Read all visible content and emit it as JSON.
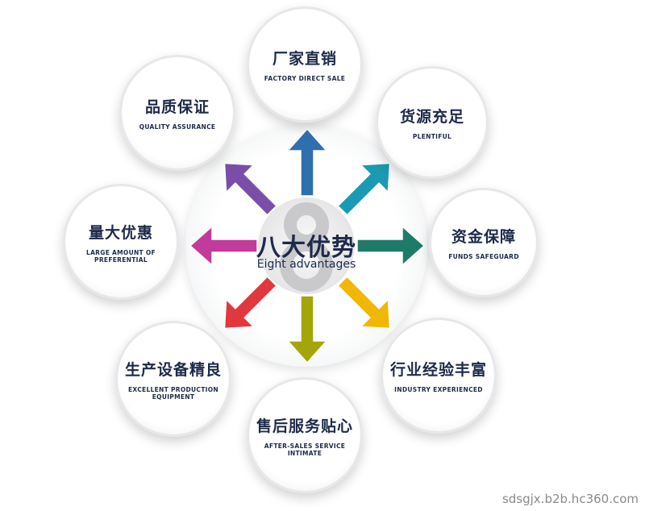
{
  "center": {
    "number": "8",
    "title_cn": "八大优势",
    "title_en": "Eight advantages"
  },
  "advantages": [
    {
      "cn": "厂家直销",
      "en": "FACTORY DIRECT SALE",
      "arrow_color": "#2f6fae"
    },
    {
      "cn": "货源充足",
      "en": "PLENTIFUL",
      "arrow_color": "#1b9ab3"
    },
    {
      "cn": "资金保障",
      "en": "FUNDS SAFEGUARD",
      "arrow_color": "#1f7b69"
    },
    {
      "cn": "行业经验丰富",
      "en": "INDUSTRY EXPERIENCED",
      "arrow_color": "#f2b705"
    },
    {
      "cn": "售后服务贴心",
      "en": "AFTER-SALES SERVICE INTIMATE",
      "arrow_color": "#a3a50a"
    },
    {
      "cn": "生产设备精良",
      "en": "EXCELLENT PRODUCTION EQUIPMENT",
      "arrow_color": "#e0383c"
    },
    {
      "cn": "量大优惠",
      "en": "LARGE AMOUNT OF PREFERENTIAL",
      "arrow_color": "#c23a9c"
    },
    {
      "cn": "品质保证",
      "en": "QUALITY ASSURANCE",
      "arrow_color": "#7a4ea8"
    }
  ],
  "watermark": "sdsgjx.b2b.hc360.com"
}
